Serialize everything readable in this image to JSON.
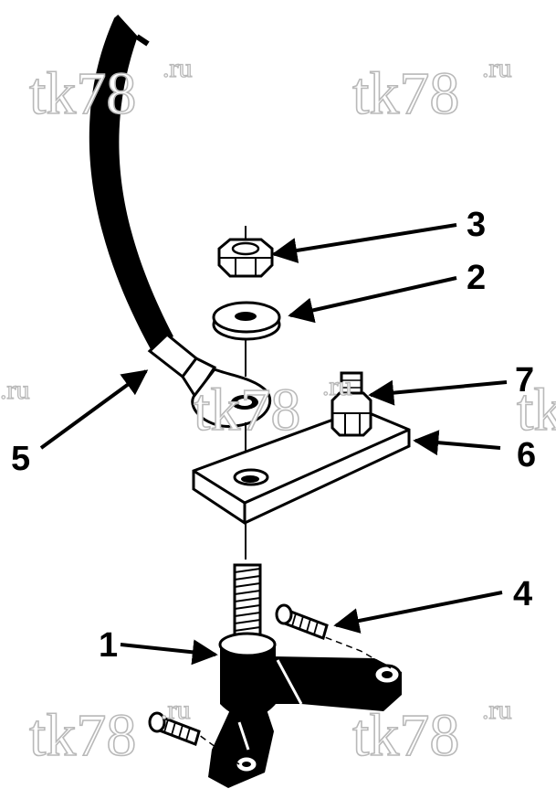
{
  "diagram": {
    "callouts": [
      {
        "id": "c1",
        "label": "1"
      },
      {
        "id": "c2",
        "label": "2"
      },
      {
        "id": "c3",
        "label": "3"
      },
      {
        "id": "c4",
        "label": "4"
      },
      {
        "id": "c5",
        "label": "5"
      },
      {
        "id": "c6",
        "label": "6"
      },
      {
        "id": "c7",
        "label": "7"
      }
    ],
    "watermark": {
      "main": "tk78",
      "suffix": ".ru"
    },
    "colors": {
      "ink": "#000000",
      "paper": "#ffffff",
      "watermark_outline": "#b9b9b9"
    }
  }
}
